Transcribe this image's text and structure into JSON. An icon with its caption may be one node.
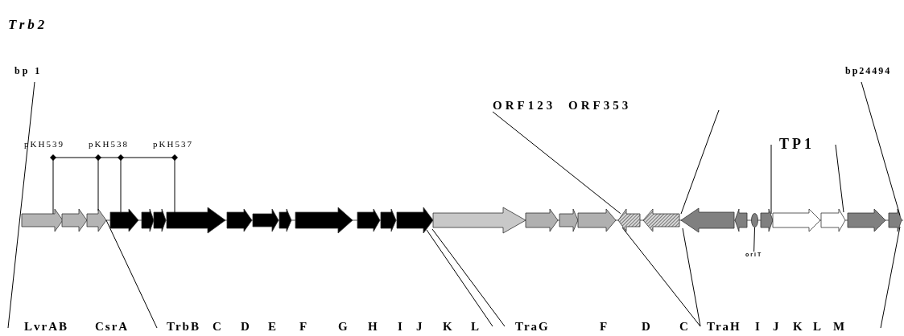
{
  "diagram": {
    "title": "Trb2",
    "nodes": [
      {
        "text": [
          "ORF123"
        ]
      },
      {
        "text": [],
        "shape": "arrow"
      },
      {
        "text": [],
        "shape": "ellipse"
      },
      {
        "text": [
          "oriT"
        ]
      }
    ],
    "edges": [
      {
        "from": 0,
        "to": 1,
        "arrow": "none"
      },
      {
        "from": 3,
        "to": 2,
        "arrow": "none"
      }
    ],
    "labels": [
      "bp 1",
      "bp24494",
      "ORF353",
      "pKH539",
      "pKH538",
      "pKH537",
      "TP1",
      "LvrAB",
      "CsrA",
      "TrbB",
      "C",
      "D",
      "E",
      "F",
      "G",
      "H",
      "I",
      "J",
      "K",
      "L",
      "TraG",
      "F",
      "D",
      "C",
      "TraH",
      "I",
      "J",
      "K",
      "L",
      "M"
    ]
  }
}
